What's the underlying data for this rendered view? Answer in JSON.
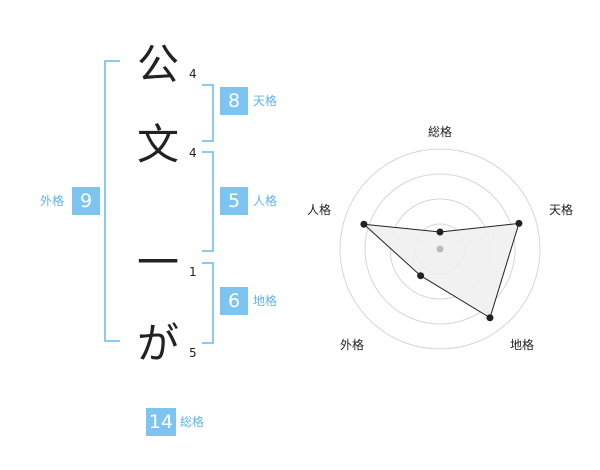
{
  "characters": [
    {
      "char": "公",
      "strokes": "4"
    },
    {
      "char": "文",
      "strokes": "4"
    },
    {
      "char": "一",
      "strokes": "1"
    },
    {
      "char": "が",
      "strokes": "5"
    }
  ],
  "kaku": {
    "tenkaku": {
      "value": "8",
      "label": "天格"
    },
    "jinkaku": {
      "value": "5",
      "label": "人格"
    },
    "chikaku": {
      "value": "6",
      "label": "地格"
    },
    "gaikaku": {
      "value": "9",
      "label": "外格"
    },
    "soukaku": {
      "value": "14",
      "label": "総格"
    }
  },
  "colors": {
    "box": "#7ec4f1",
    "label": "#5fb4ea",
    "bracket": "#8ccaf3"
  },
  "chart_data": {
    "type": "radar",
    "axes": [
      "総格",
      "天格",
      "地格",
      "外格",
      "人格"
    ],
    "values": [
      0.17,
      0.83,
      0.85,
      0.33,
      0.8
    ],
    "rings": 4
  }
}
